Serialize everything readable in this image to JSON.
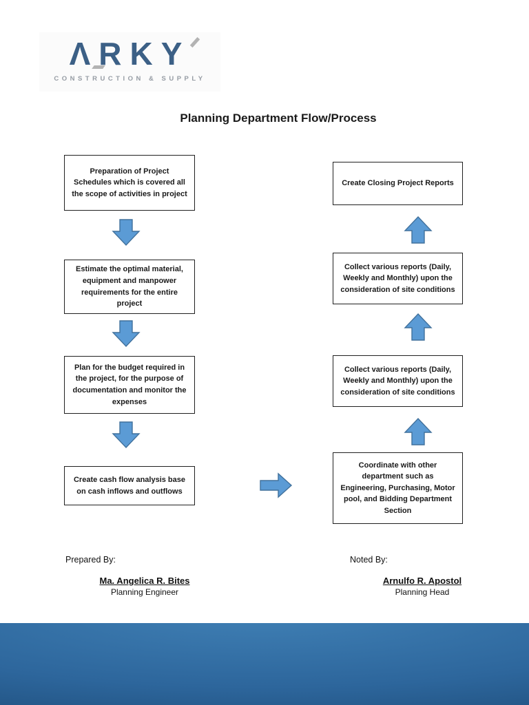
{
  "logo": {
    "brand": "ΛRKY",
    "tagline": "CONSTRUCTION & SUPPLY",
    "brand_color": "#3c6086",
    "accent_color": "#b3b3b3"
  },
  "title": "Planning Department Flow/Process",
  "flow": {
    "arrow_fill": "#5b9bd5",
    "arrow_stroke": "#41719c",
    "left_steps": [
      "Preparation of Project Schedules which is covered all the scope of activities in project",
      "Estimate the optimal material, equipment and manpower requirements for the entire project",
      "Plan for the budget required in the project, for the purpose of documentation and monitor the expenses",
      "Create cash flow analysis base on cash inflows and outflows"
    ],
    "right_steps": [
      "Create Closing Project Reports",
      "Collect various reports (Daily, Weekly and Monthly) upon the consideration of site conditions",
      "Collect various reports (Daily, Weekly and Monthly) upon the consideration of site conditions",
      "Coordinate with other department such as Engineering, Purchasing, Motor pool, and Bidding Department Section"
    ]
  },
  "signoff": {
    "prepared_label": "Prepared By:",
    "prepared_name": "Ma. Angelica R. Bites",
    "prepared_title": "Planning Engineer",
    "noted_label": "Noted By:",
    "noted_name": "Arnulfo R. Apostol",
    "noted_title": "Planning Head"
  },
  "viewer": {
    "band_color_top": "#3f7fb4",
    "band_color_bottom": "#1c4a76"
  }
}
